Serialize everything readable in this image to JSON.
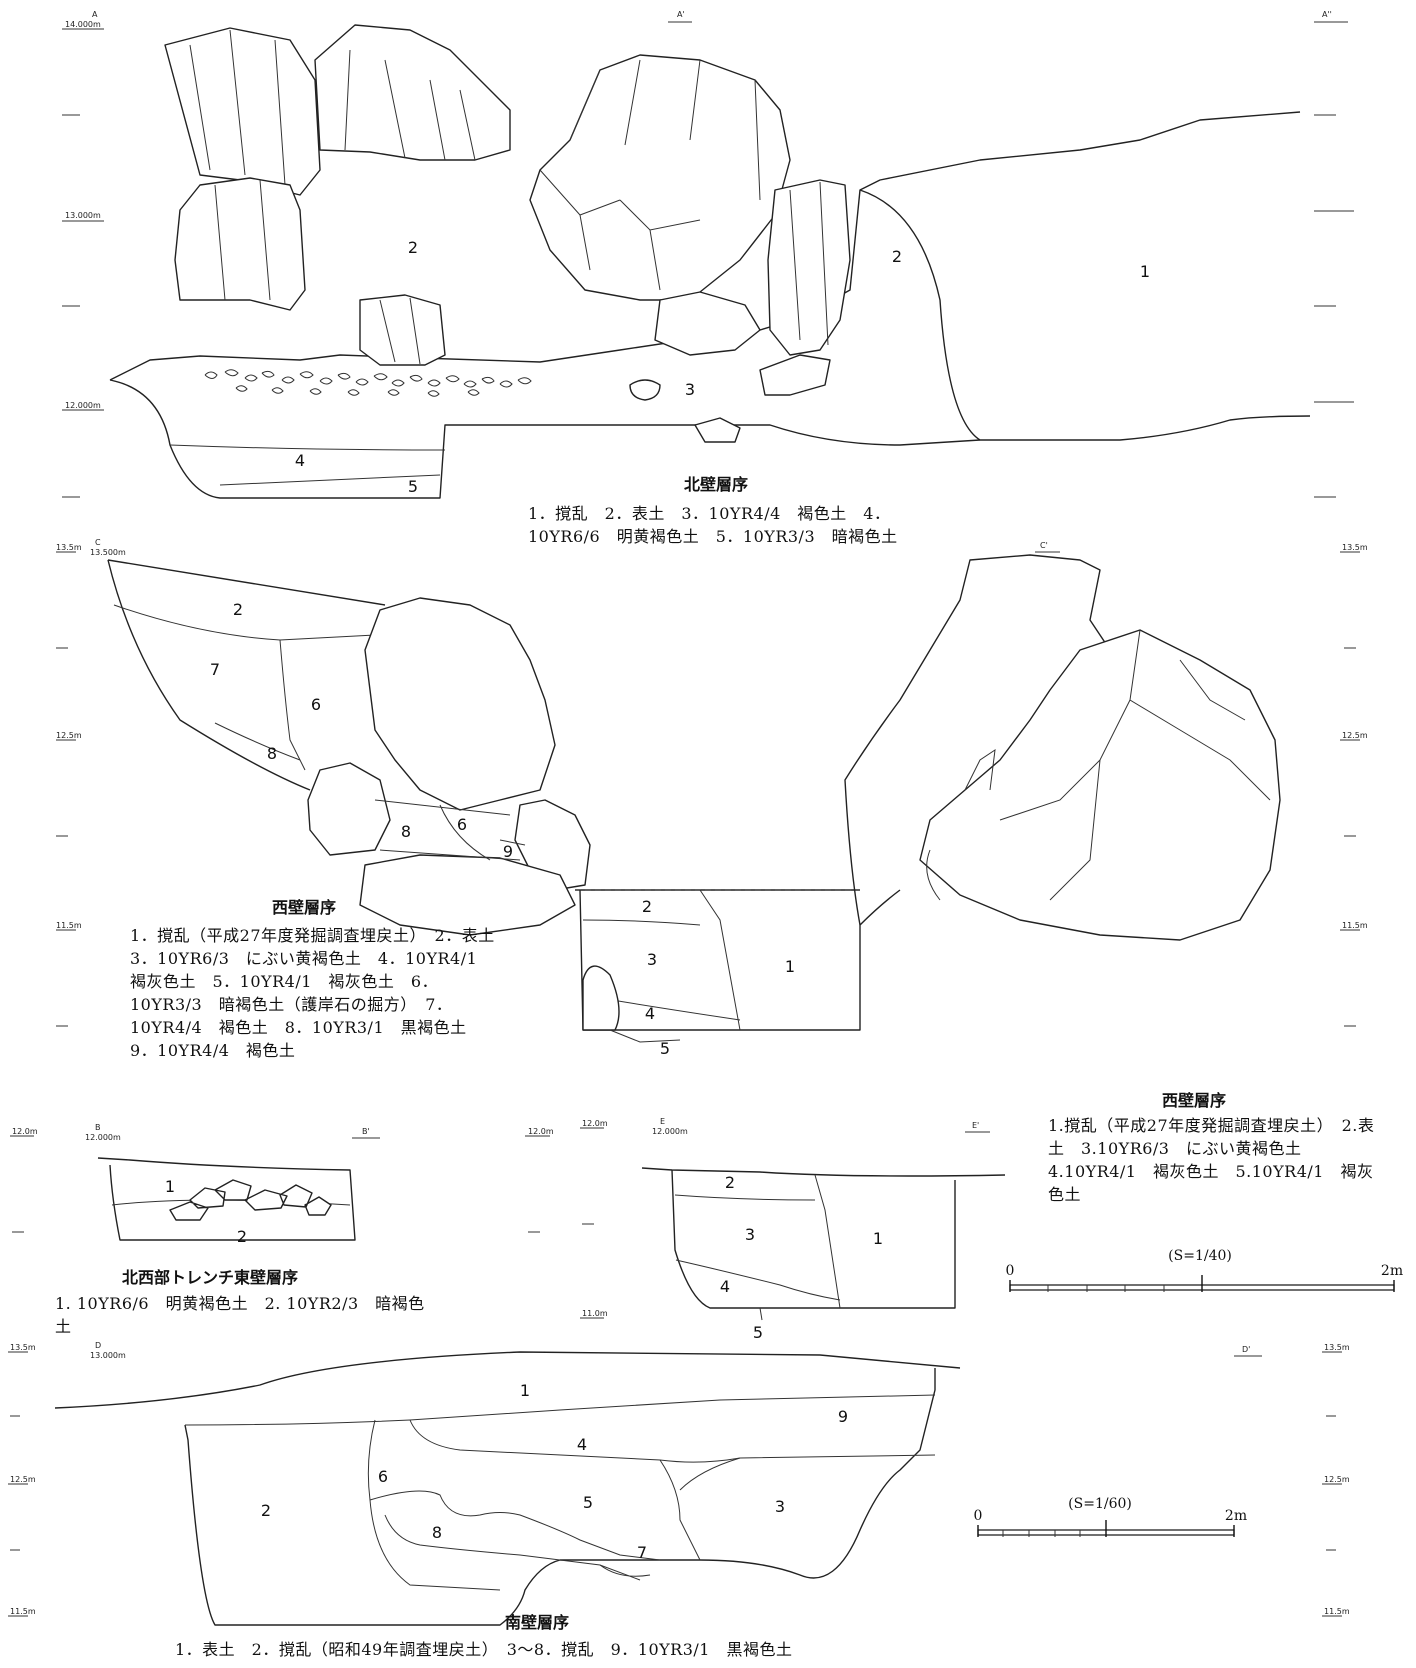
{
  "sections": {
    "north": {
      "title": "北壁層序",
      "legend": "1．撹乱　2．表土　3．10YR4/4　褐色土　4．10YR6/6　明黄褐色土　5．10YR3/3　暗褐色土",
      "labels": [
        "A",
        "A'",
        "A''"
      ],
      "elevations": [
        "14.000m",
        "13.000m",
        "12.000m"
      ],
      "layers": [
        "2",
        "2",
        "1",
        "3",
        "4",
        "5"
      ]
    },
    "west_c": {
      "title": "西壁層序",
      "legend": "1．撹乱（平成27年度発掘調査埋戻土）　2．表土　3．10YR6/3　にぶい黄褐色土　4．10YR4/1　褐灰色土　5．10YR4/1　褐灰色土　6．10YR3/3　暗褐色土（護岸石の掘方）　7．10YR4/4　褐色土　8．10YR3/1　黒褐色土　9．10YR4/4　褐色土",
      "labels": [
        "C",
        "C'"
      ],
      "elevations": [
        "13.5m",
        "13.500m",
        "13.5m",
        "12.5m",
        "12.5m",
        "11.5m",
        "11.5m"
      ],
      "layers": [
        "2",
        "7",
        "6",
        "8",
        "8",
        "6",
        "9",
        "2",
        "3",
        "1",
        "4",
        "5"
      ]
    },
    "northwest": {
      "title": "北西部トレンチ東壁層序",
      "legend": "1. 10YR6/6　明黄褐色土　2. 10YR2/3　暗褐色土",
      "labels": [
        "B",
        "B'"
      ],
      "elevations": [
        "12.0m",
        "12.000m",
        "12.0m"
      ],
      "layers": [
        "1",
        "2"
      ]
    },
    "west_e": {
      "title": "西壁層序",
      "legend": "1.撹乱（平成27年度発掘調査埋戻土）　2.表土　3.10YR6/3　にぶい黄褐色土　4.10YR4/1　褐灰色土　5.10YR4/1　褐灰色土",
      "labels": [
        "E",
        "E'"
      ],
      "elevations": [
        "12.0m",
        "12.000m",
        "11.0m"
      ],
      "layers": [
        "2",
        "3",
        "1",
        "4",
        "5"
      ]
    },
    "south": {
      "title": "南壁層序",
      "legend": "1．表土　2．撹乱（昭和49年調査埋戻土）　3～8．撹乱　9．10YR3/1　黒褐色土",
      "labels": [
        "D",
        "D'"
      ],
      "elevations": [
        "13.5m",
        "13.000m",
        "13.5m",
        "12.5m",
        "12.5m",
        "11.5m",
        "11.5m"
      ],
      "layers": [
        "1",
        "9",
        "4",
        "6",
        "2",
        "5",
        "3",
        "8",
        "7"
      ]
    }
  },
  "scales": [
    {
      "ratio": "(S=1/40)",
      "start": "0",
      "end": "2m"
    },
    {
      "ratio": "(S=1/60)",
      "start": "0",
      "end": "2m"
    }
  ]
}
